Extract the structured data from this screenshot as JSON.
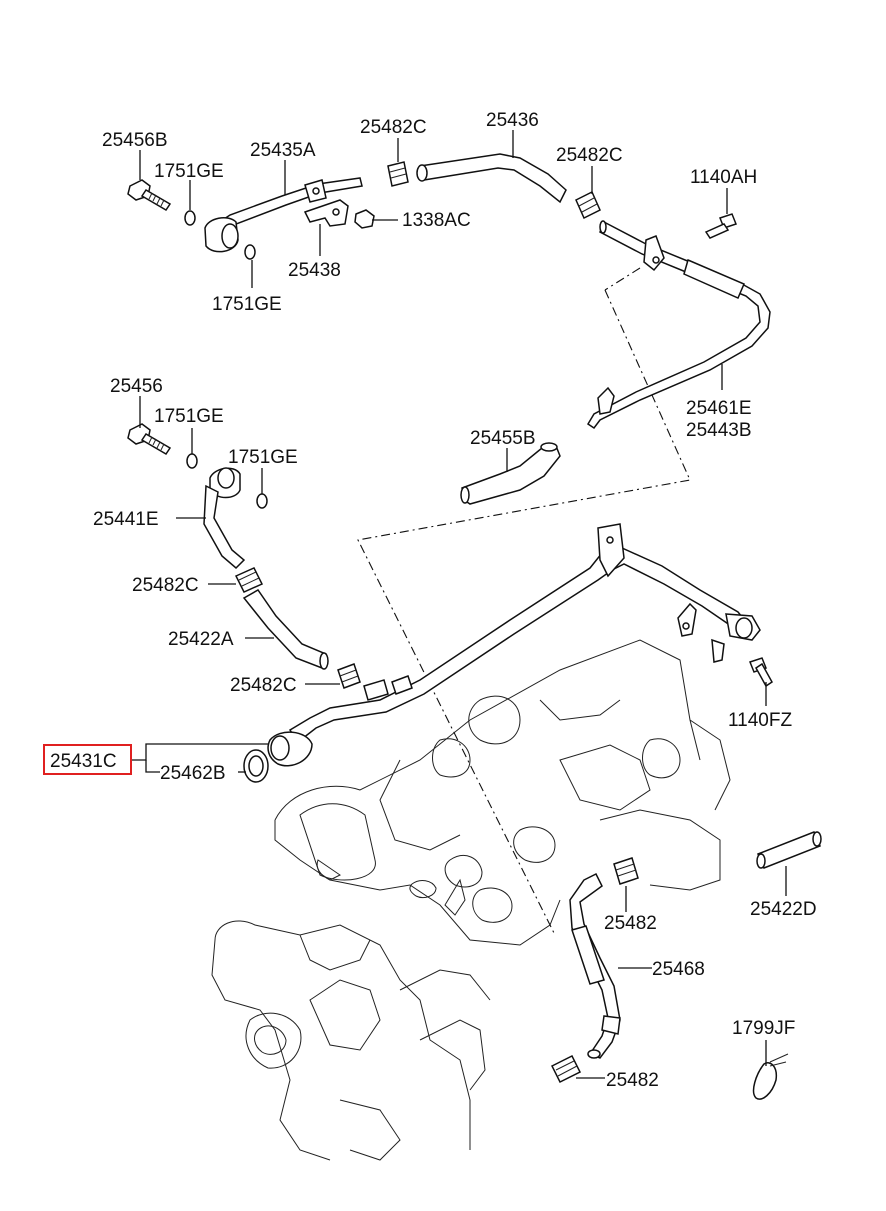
{
  "labels": {
    "p25456B": "25456B",
    "p1751GE_a": "1751GE",
    "p25435A": "25435A",
    "p25482C_a": "25482C",
    "p25436": "25436",
    "p25482C_b": "25482C",
    "p1140AH": "1140AH",
    "p1338AC": "1338AC",
    "p25438": "25438",
    "p1751GE_b": "1751GE",
    "p25456": "25456",
    "p1751GE_c": "1751GE",
    "p1751GE_d": "1751GE",
    "p25461E": "25461E",
    "p25443B": "25443B",
    "p25455B": "25455B",
    "p25441E": "25441E",
    "p25482C_c": "25482C",
    "p25422A": "25422A",
    "p25482C_d": "25482C",
    "p1140FZ": "1140FZ",
    "p25431C": "25431C",
    "p25462B": "25462B",
    "p25422D": "25422D",
    "p25482_a": "25482",
    "p25468": "25468",
    "p1799JF": "1799JF",
    "p25482_b": "25482"
  },
  "highlight_color": "#e02020"
}
